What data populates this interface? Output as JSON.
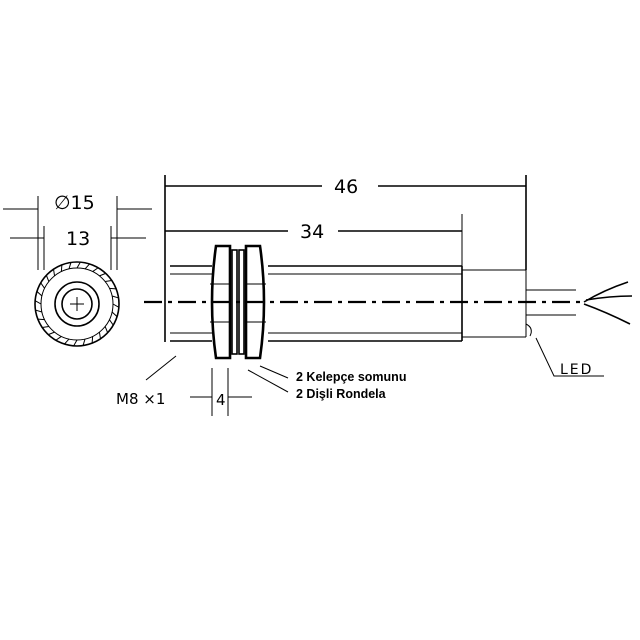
{
  "dimensions": {
    "diameter": "∅15",
    "front_width": "13",
    "total_length": "46",
    "body_length": "34",
    "thread": "M8 ×1",
    "nut_width": "4"
  },
  "notes": {
    "nut": "2 Kelepçe somunu",
    "washer": "2 Dişli Rondela",
    "led": "LED"
  }
}
